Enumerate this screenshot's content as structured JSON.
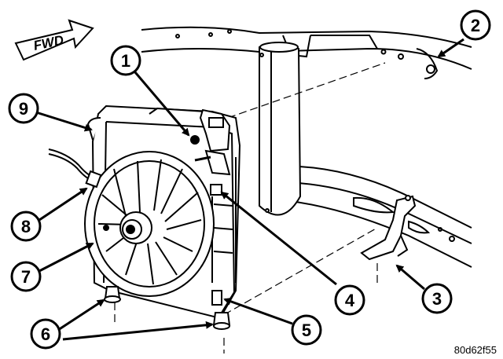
{
  "diagram": {
    "direction_label": "FWD",
    "figure_id": "80d62f55",
    "callouts": [
      "1",
      "2",
      "3",
      "4",
      "5",
      "6",
      "7",
      "8",
      "9"
    ]
  }
}
